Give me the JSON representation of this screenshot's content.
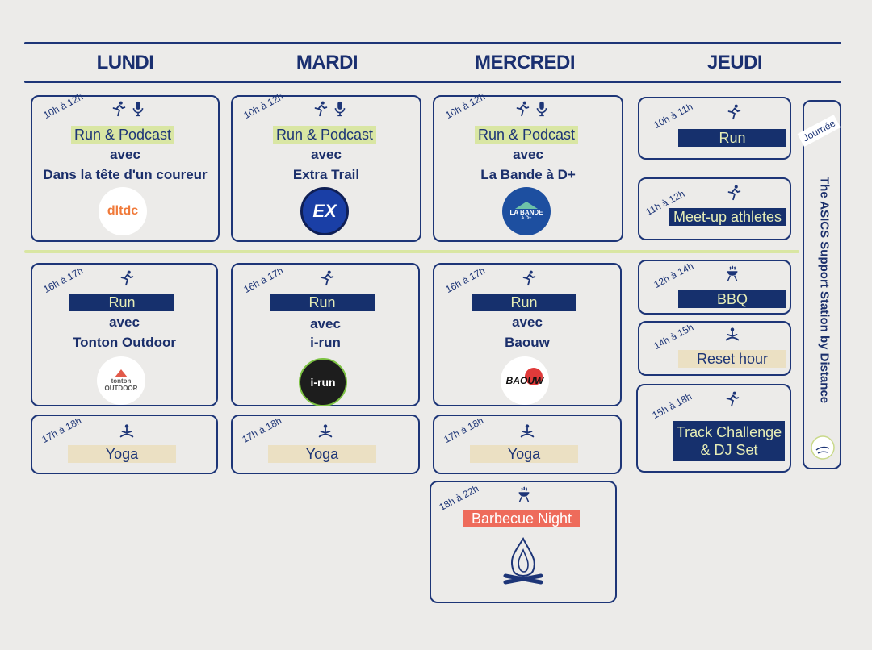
{
  "days": [
    "LUNDI",
    "MARDI",
    "MERCREDI",
    "JEUDI"
  ],
  "monday": {
    "morning": {
      "time": "10h à 12h",
      "label": "Run & Podcast",
      "avec": "avec",
      "partner": "Dans la tête d'un coureur",
      "logo": "dltdc"
    },
    "afternoon": {
      "time": "16h à 17h",
      "label": "Run",
      "avec": "avec",
      "partner": "Tonton Outdoor",
      "logo_top": "tonton",
      "logo_bottom": "OUTDOOR"
    },
    "yoga": {
      "time": "17h à 18h",
      "label": "Yoga"
    }
  },
  "tuesday": {
    "morning": {
      "time": "10h à 12h",
      "label": "Run & Podcast",
      "avec": "avec",
      "partner": "Extra Trail",
      "logo": "EX"
    },
    "afternoon": {
      "time": "16h à 17h",
      "label": "Run",
      "avec": "avec",
      "partner": "i-run",
      "logo": "i-run"
    },
    "yoga": {
      "time": "17h à 18h",
      "label": "Yoga"
    }
  },
  "wednesday": {
    "morning": {
      "time": "10h à 12h",
      "label": "Run & Podcast",
      "avec": "avec",
      "partner": "La Bande à D+",
      "logo": "LA BANDE",
      "logo_sub": "à D+"
    },
    "afternoon": {
      "time": "16h à 17h",
      "label": "Run",
      "avec": "avec",
      "partner": "Baouw",
      "logo": "BAOUW"
    },
    "yoga": {
      "time": "17h à 18h",
      "label": "Yoga"
    },
    "night": {
      "time": "18h à 22h",
      "label": "Barbecue Night"
    }
  },
  "thursday": {
    "run": {
      "time": "10h à 11h",
      "label": "Run"
    },
    "meetup": {
      "time": "11h à 12h",
      "label": "Meet-up athletes"
    },
    "bbq": {
      "time": "12h à 14h",
      "label": "BBQ"
    },
    "reset": {
      "time": "14h à 15h",
      "label": "Reset hour"
    },
    "track": {
      "time": "15h à 18h",
      "label_line1": "Track Challenge",
      "label_line2": "& DJ Set"
    }
  },
  "side": {
    "tag": "Journée",
    "title": "The ASICS Support Station by Distance"
  },
  "colors": {
    "navy": "#1d3577",
    "green": "#d9e6a3",
    "sand": "#ebe0c3",
    "coral": "#ee6b5b",
    "background": "#ecebe9"
  },
  "icons": [
    "runner-icon",
    "microphone-icon",
    "meditation-icon",
    "grill-icon",
    "campfire-icon",
    "distance-logo-icon"
  ]
}
